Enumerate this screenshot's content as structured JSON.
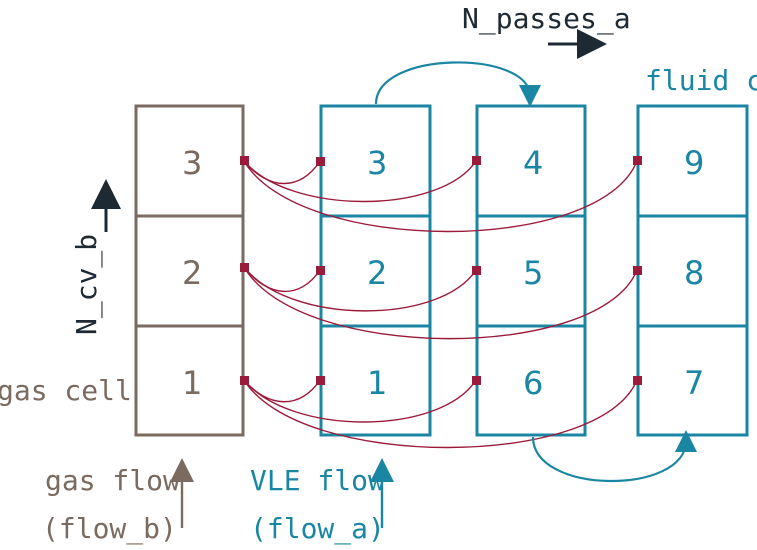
{
  "labels": {
    "n_passes": "N_passes_a",
    "n_cv": "N_cv_b",
    "fluid_cell": "fluid cell",
    "gas_cell": "gas cell",
    "gas_flow_line1": "gas flow",
    "gas_flow_line2": "(flow_b)",
    "vle_flow_line1": "VLE flow",
    "vle_flow_line2": "(flow_a)"
  },
  "columns": {
    "gas": {
      "cells": [
        "3",
        "2",
        "1"
      ]
    },
    "pass1": {
      "cells": [
        "3",
        "2",
        "1"
      ]
    },
    "pass2": {
      "cells": [
        "4",
        "5",
        "6"
      ]
    },
    "pass3": {
      "cells": [
        "9",
        "8",
        "7"
      ]
    }
  },
  "colors": {
    "gas": "#7a6a5f",
    "fluid": "#1a86a3",
    "link": "#9b1b3a",
    "arrow_dark": "#1e2a33"
  }
}
